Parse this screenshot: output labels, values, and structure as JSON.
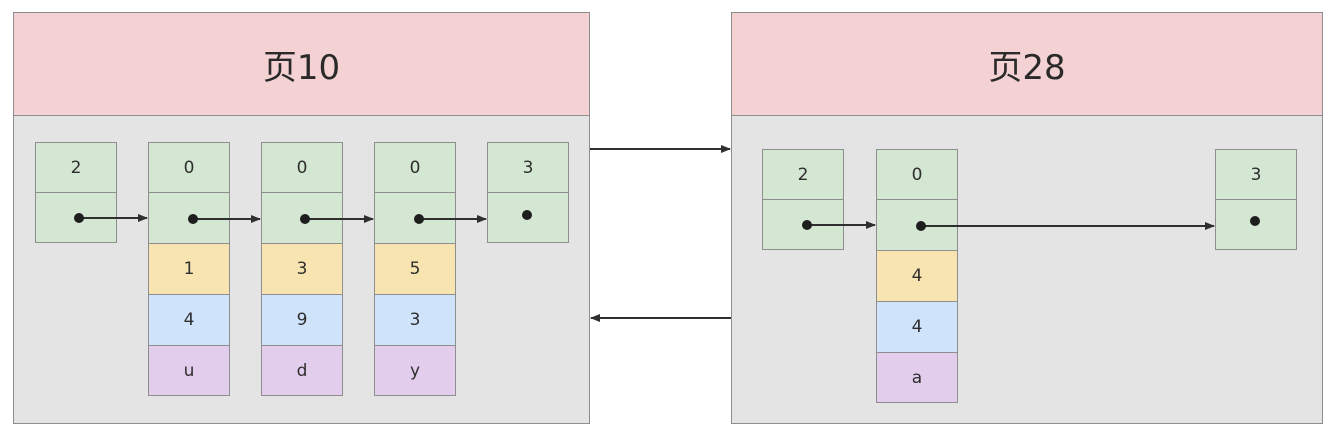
{
  "pages": [
    {
      "title": "页10",
      "records": [
        {
          "header": "2",
          "fields": []
        },
        {
          "header": "0",
          "fields": [
            "1",
            "4",
            "u"
          ]
        },
        {
          "header": "0",
          "fields": [
            "3",
            "9",
            "d"
          ]
        },
        {
          "header": "0",
          "fields": [
            "5",
            "3",
            "y"
          ]
        },
        {
          "header": "3",
          "fields": []
        }
      ]
    },
    {
      "title": "页28",
      "records": [
        {
          "header": "2",
          "fields": []
        },
        {
          "header": "0",
          "fields": [
            "4",
            "4",
            "a"
          ]
        },
        {
          "header": "3",
          "fields": []
        }
      ]
    }
  ],
  "colors": {
    "header": "#f4d2d3",
    "body": "#e4e4e4",
    "record_header": "#d4e7d2",
    "field_1": "#f8e4b0",
    "field_2": "#cfe3fb",
    "field_3": "#e3cdec"
  }
}
